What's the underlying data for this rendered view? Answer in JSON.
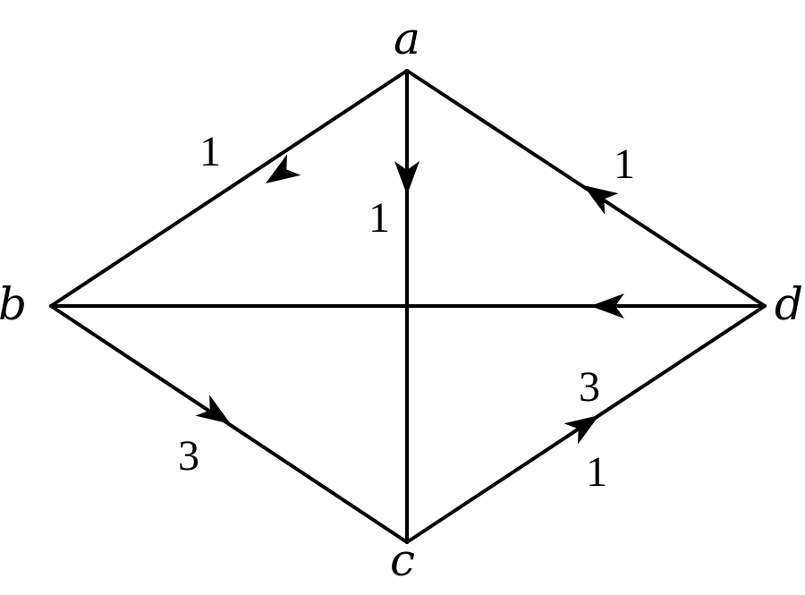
{
  "graph": {
    "nodes": {
      "a": {
        "label": "a"
      },
      "b": {
        "label": "b"
      },
      "c": {
        "label": "c"
      },
      "d": {
        "label": "d"
      }
    },
    "edges": [
      {
        "id": "a-b",
        "from": "a",
        "to": "b",
        "weight": "1",
        "directed": true
      },
      {
        "id": "a-c",
        "from": "a",
        "to": "c",
        "weight": "1",
        "directed": true
      },
      {
        "id": "d-a",
        "from": "d",
        "to": "a",
        "weight": "1",
        "directed": true
      },
      {
        "id": "d-b",
        "from": "d",
        "to": "b",
        "weight": "",
        "directed": true
      },
      {
        "id": "b-c",
        "from": "b",
        "to": "c",
        "weight": "3",
        "directed": true
      },
      {
        "id": "c-d",
        "from": "c",
        "to": "d",
        "weights": [
          "3",
          "1"
        ],
        "directed": true
      }
    ]
  }
}
